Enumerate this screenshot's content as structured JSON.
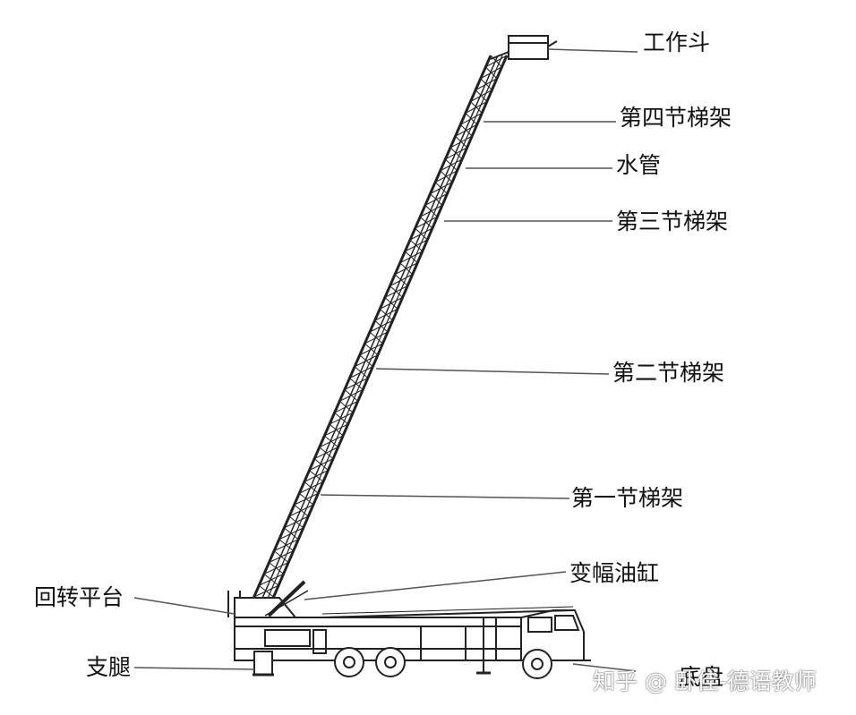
{
  "labels": {
    "bucket": "工作斗",
    "ladder4": "第四节梯架",
    "water_pipe": "水管",
    "ladder3": "第三节梯架",
    "ladder2": "第二节梯架",
    "ladder1": "第一节梯架",
    "luffing_cylinder": "变幅油缸",
    "turntable": "回转平台",
    "outrigger": "支腿",
    "chassis": "底盘"
  },
  "watermark": "知乎 @ 卧佳-德语教师",
  "colors": {
    "line": "#222222",
    "leader": "#555555",
    "text": "#111111"
  }
}
